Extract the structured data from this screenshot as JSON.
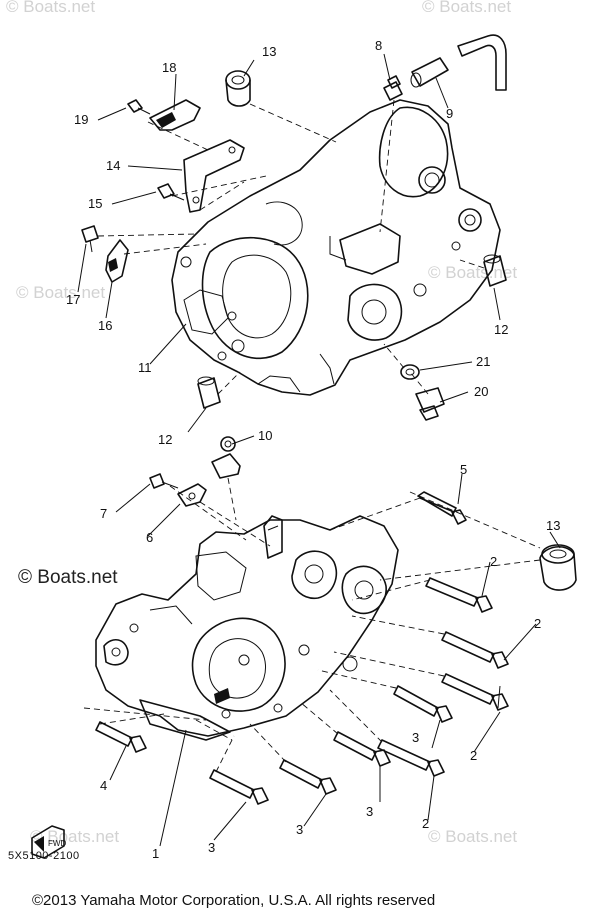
{
  "diagram": {
    "part_code": "5X5100-2100",
    "copyright": "©2013 Yamaha Motor Corporation, U.S.A. All rights reserved",
    "watermark_main": "© Boats.net",
    "watermark_faint": "© Boats.net",
    "fwd_label": "FWD",
    "callouts": {
      "c1": "1",
      "c2a": "2",
      "c2b": "2",
      "c2c": "2",
      "c2d": "2",
      "c3a": "3",
      "c3b": "3",
      "c3c": "3",
      "c3d": "3",
      "c4": "4",
      "c5": "5",
      "c6": "6",
      "c7": "7",
      "c8": "8",
      "c9": "9",
      "c10": "10",
      "c11": "11",
      "c12a": "12",
      "c12b": "12",
      "c13a": "13",
      "c13b": "13",
      "c14": "14",
      "c15": "15",
      "c16": "16",
      "c17": "17",
      "c18": "18",
      "c19": "19",
      "c20": "20",
      "c21": "21"
    }
  }
}
